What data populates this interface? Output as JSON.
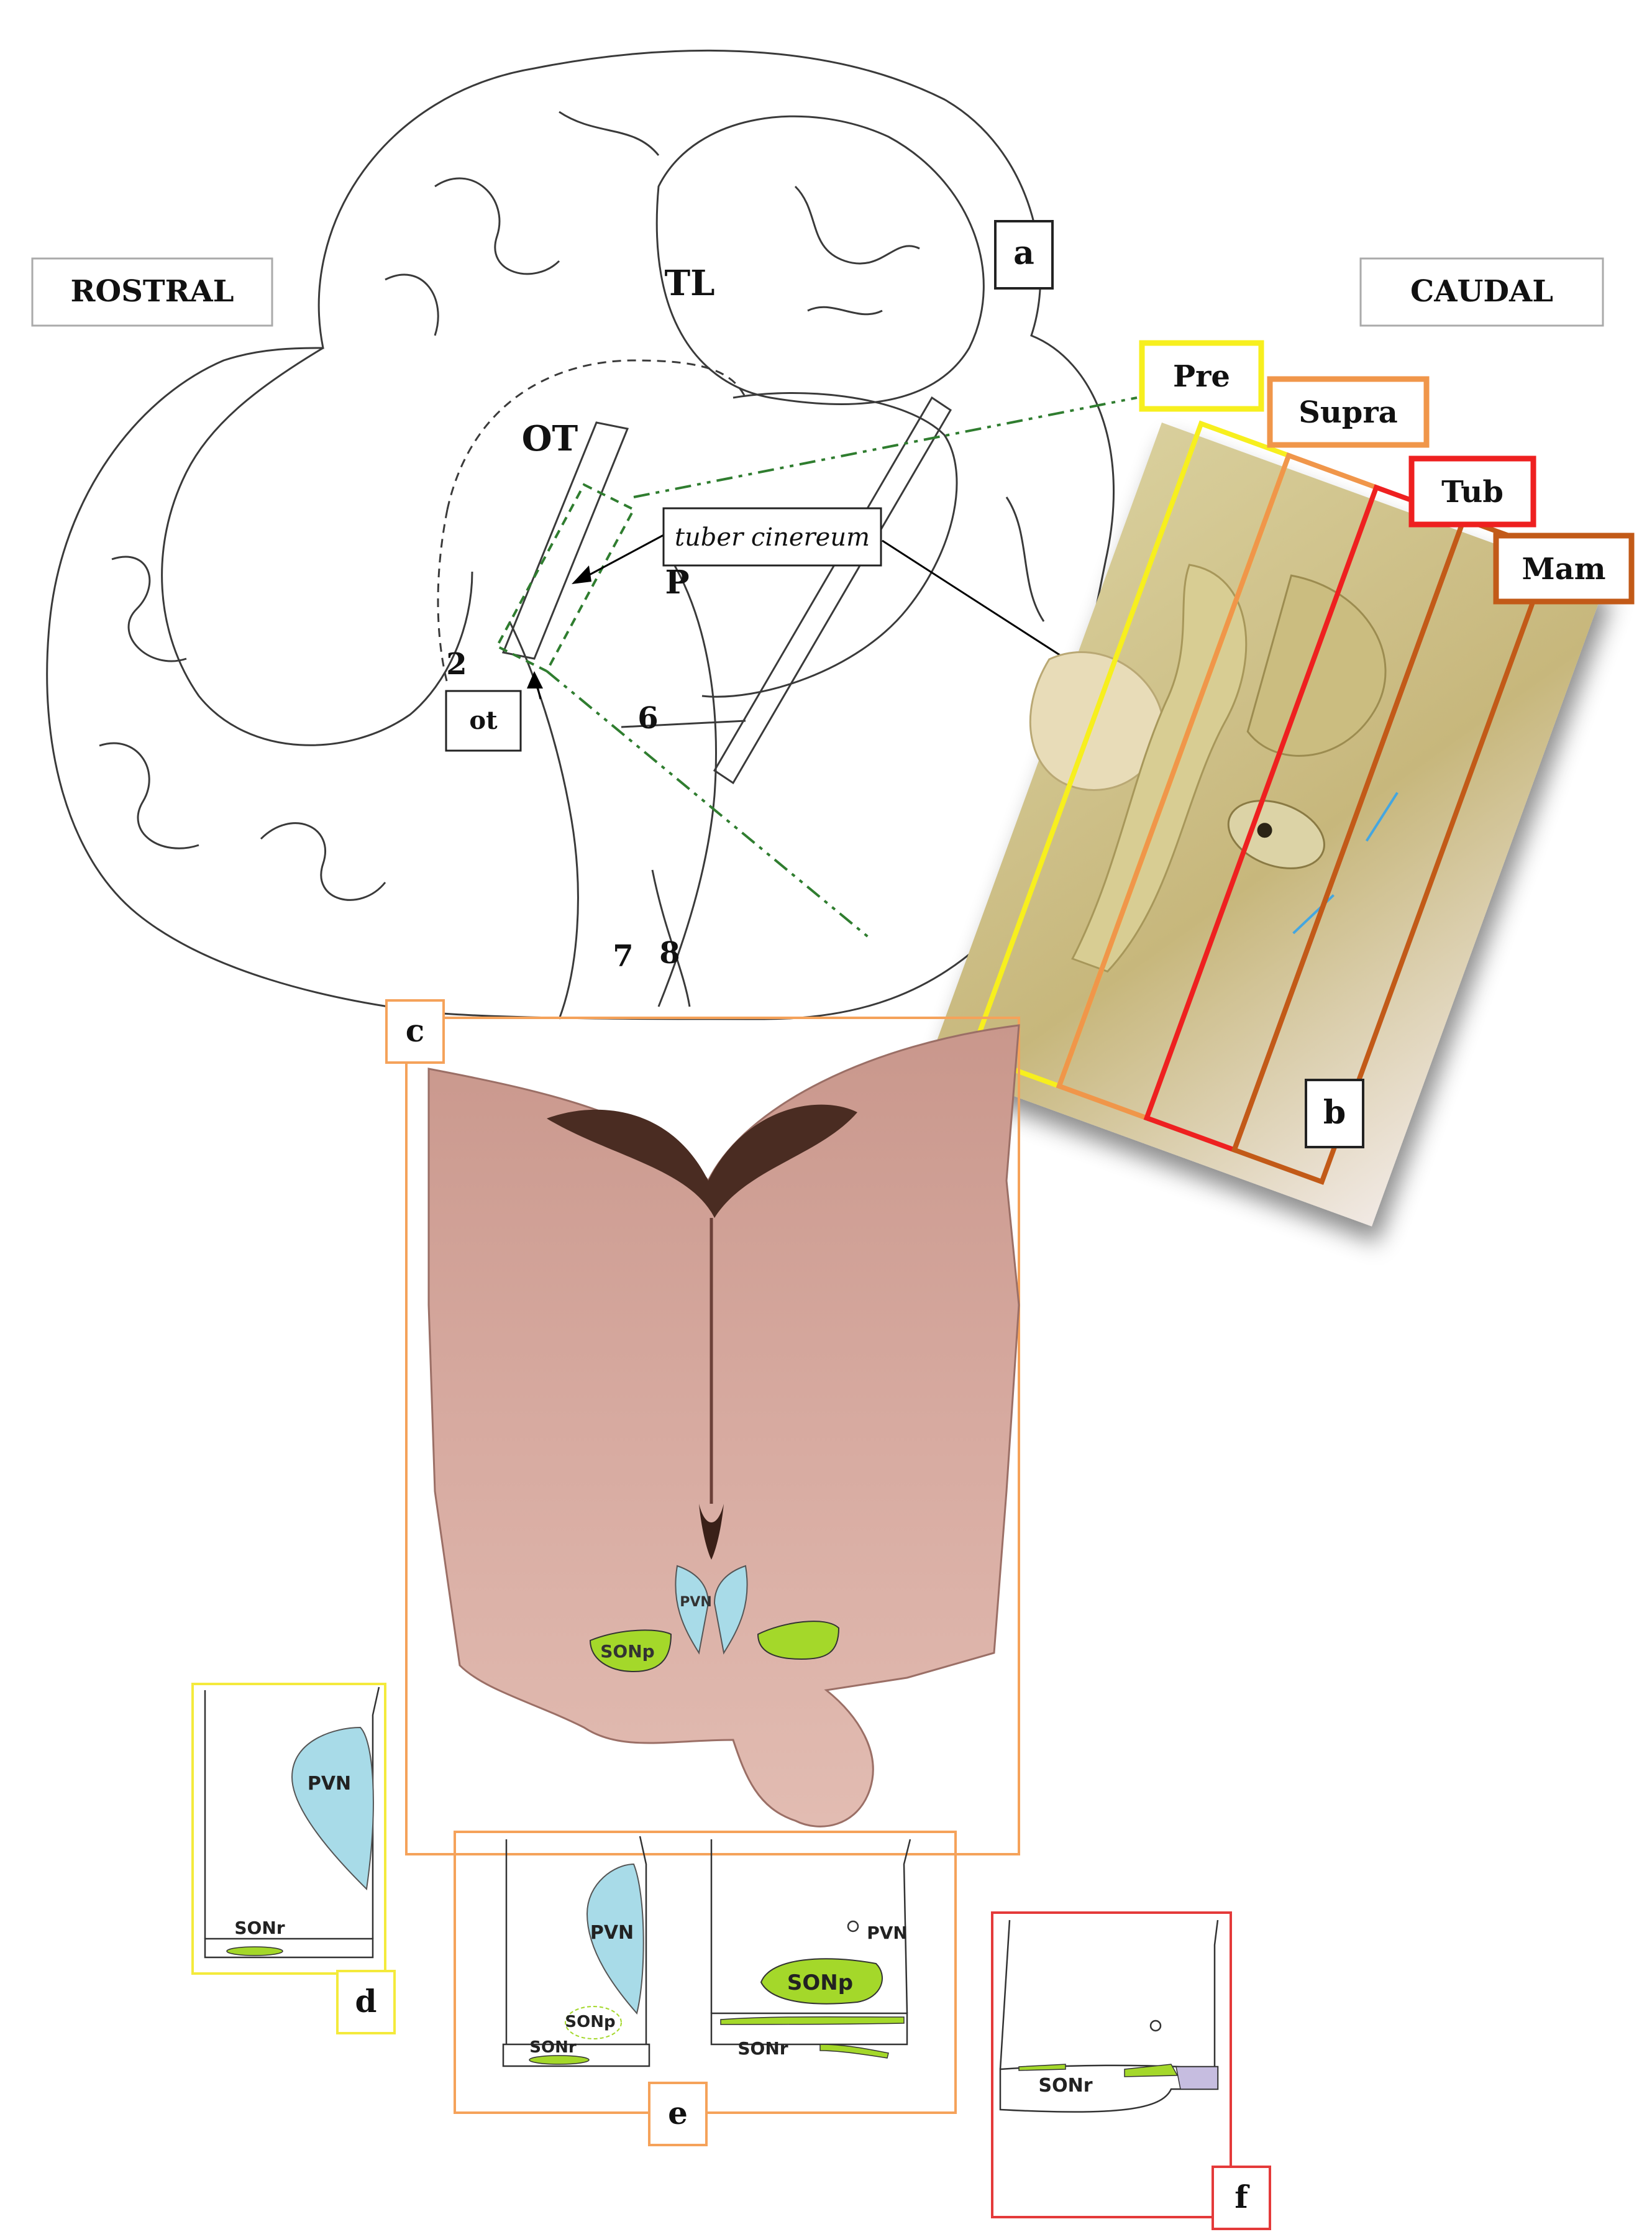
{
  "orientation": {
    "rostral": "ROSTRAL",
    "caudal": "CAUDAL"
  },
  "panels": {
    "a": "a",
    "b": "b",
    "c": "c",
    "d": "d",
    "e": "e",
    "f": "f"
  },
  "brain_labels": {
    "temporal_lobe": "TL",
    "optic_tract_upper": "OT",
    "pons": "P",
    "tuber_cinereum": "tuber cinereum",
    "optic_tract_lower": "ot",
    "nerve_2": "2",
    "nerve_6": "6",
    "nerve_7": "7",
    "nerve_8": "8"
  },
  "regions": [
    {
      "label": "Pre",
      "color": "#f7ef1e"
    },
    {
      "label": "Supra",
      "color": "#f0964a"
    },
    {
      "label": "Tub",
      "color": "#ee2020"
    },
    {
      "label": "Mam",
      "color": "#c25a18"
    }
  ],
  "nuclei": {
    "pvn": "PVN",
    "son_p": "SONp",
    "son_r": "SONr",
    "colors": {
      "pvn": "#a8dbe8",
      "son": "#a4d82a",
      "extra": "#c6bde0"
    }
  },
  "panel_colors": {
    "a": "#222222",
    "c": "#f5a25a",
    "d": "#f4ea3c",
    "e": "#f5a25a",
    "f": "#e43a3a"
  }
}
